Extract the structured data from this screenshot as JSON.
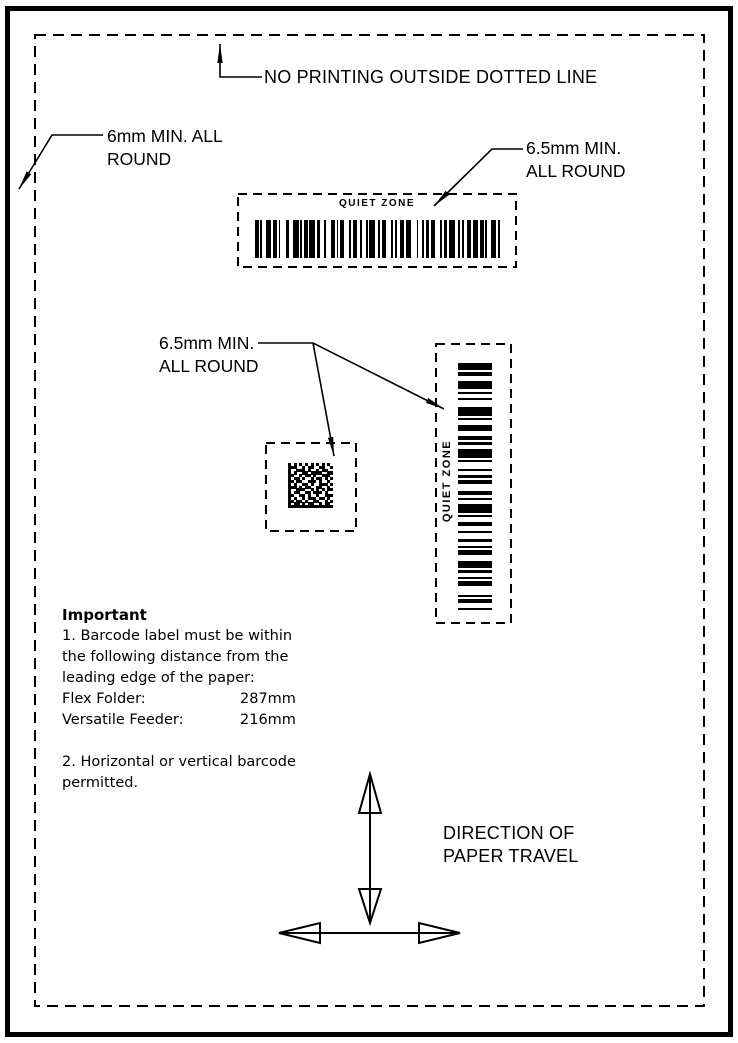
{
  "page": {
    "background": "#ffffff",
    "ink": "#000000",
    "description": "Barcode label placement diagram"
  },
  "annotations": {
    "no_printing": "NO PRINTING OUTSIDE DOTTED LINE",
    "margin_6mm": "6mm MIN. ALL\nROUND",
    "margin_65_top": "6.5mm MIN.\nALL ROUND",
    "margin_65_mid": "6.5mm MIN.\nALL ROUND",
    "quiet_zone_horizontal": "QUIET ZONE",
    "quiet_zone_vertical": "QUIET ZONE",
    "direction": "DIRECTION OF\nPAPER TRAVEL"
  },
  "notes": {
    "heading": "Important",
    "note1": "1. Barcode label must be within\nthe following distance from the\nleading edge of the paper:",
    "distances": [
      {
        "label": "Flex Folder:",
        "value": "287mm"
      },
      {
        "label": "Versatile Feeder:",
        "value": "216mm"
      }
    ],
    "note2": "2. Horizontal or vertical barcode\npermitted."
  },
  "graphics": {
    "barcode_horizontal_pattern": "211231211322311121312213211123112212113211231112213312112123112132111221312112311",
    "barcode_vertical_pattern": "3122411213411232211241131211232112411222131211233112112411221",
    "datamatrix_rows": [
      "1010101010101010",
      "1110010110011001",
      "1001110100101100",
      "1010011011110011",
      "1100101101001110",
      "1011010010110101",
      "1101100111010010",
      "1010011010011101",
      "1110101100110010",
      "1001110010101011",
      "1011001101110100",
      "1100110100100111",
      "1010010111011010",
      "1101101001100101",
      "1011010110010110",
      "1111111111111111"
    ]
  }
}
